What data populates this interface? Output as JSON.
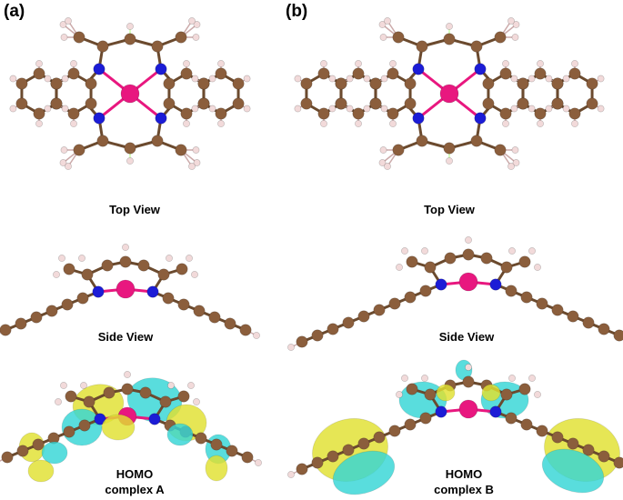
{
  "panels": [
    {
      "label": "(a)",
      "top_caption": "Top View",
      "side_caption": "Side View",
      "homo_line1": "HOMO",
      "homo_line2": "complex A"
    },
    {
      "label": "(b)",
      "top_caption": "Top View",
      "side_caption": "Side View",
      "homo_line1": "HOMO",
      "homo_line2": "complex B"
    }
  ],
  "colors": {
    "carbon": "#8b5e3c",
    "hydrogen": "#f2dada",
    "nitrogen": "#1c1cd6",
    "metal": "#e8177f",
    "bond": "#6b4a2e",
    "lobe_cyan": "#35d6d6",
    "lobe_yellow": "#e0e030"
  }
}
